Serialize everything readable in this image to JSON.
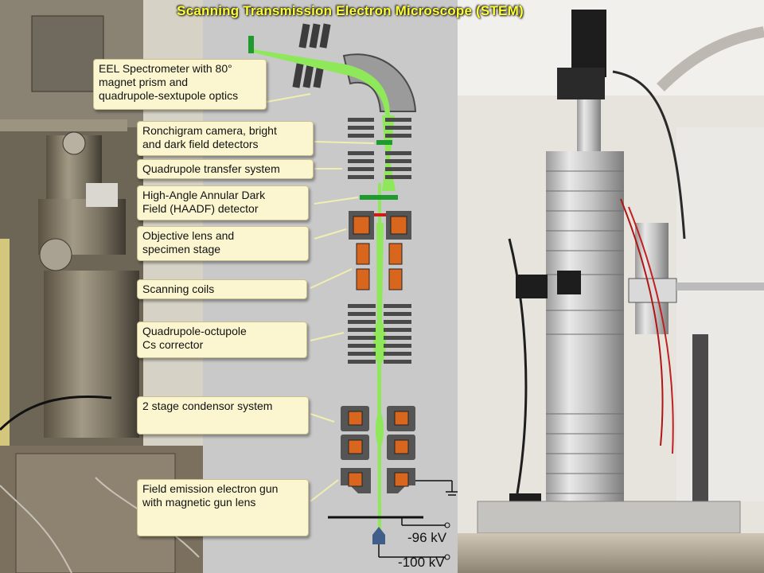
{
  "title": "Scanning Transmission Electron Microscope (STEM)",
  "labels": {
    "eels": "EEL Spectrometer with 80°\nmagnet prism and\nquadrupole-sextupole optics",
    "ronchigram": "Ronchigram camera, bright\nand dark field detectors",
    "quad_transfer": "Quadrupole transfer system",
    "haadf": "High-Angle Annular Dark\nField (HAADF) detector",
    "objective": "Objective lens and\nspecimen stage",
    "scanning": "Scanning coils",
    "cs_corrector": "Quadrupole-octupole\nCs corrector",
    "condensor": "2 stage condensor system",
    "gun": "Field emission electron gun\nwith magnetic gun lens"
  },
  "voltages": {
    "v96": "-96 kV",
    "v100": "-100 kV"
  },
  "colors": {
    "title": "#ffff33",
    "beam": "#8ee85a",
    "label_bg": "#fbf6cf",
    "coil_orange": "#d8661c",
    "diagram_bg": "#c9c9c9",
    "detector_green": "#1e9a2e"
  }
}
